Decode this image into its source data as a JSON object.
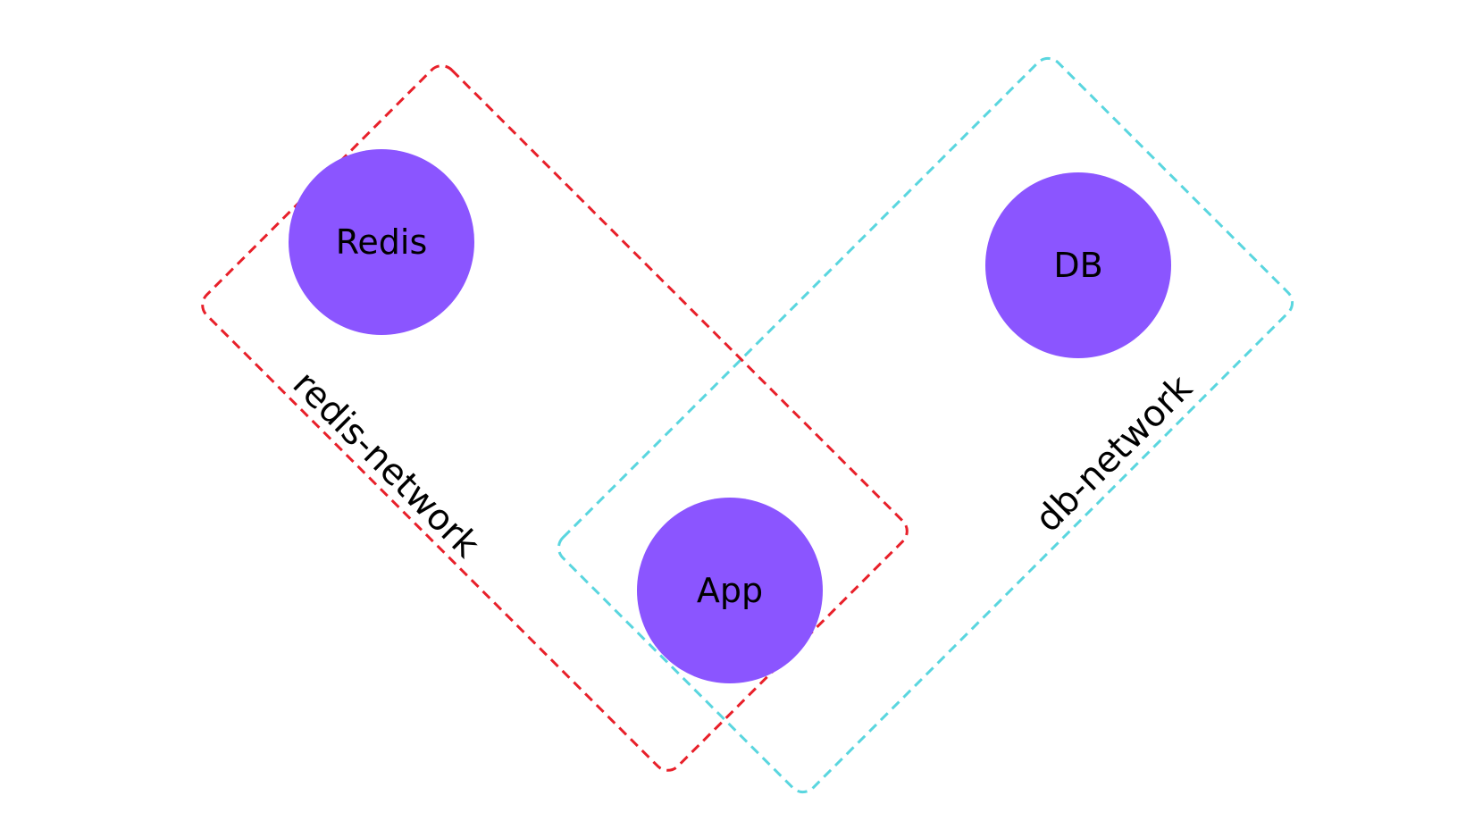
{
  "colors": {
    "background": "#ffffff",
    "node_fill": "#8b55ff",
    "redis_network_border": "#e8202a",
    "db_network_border": "#5ad6df",
    "text": "#000000"
  },
  "nodes": {
    "redis": {
      "label": "Redis"
    },
    "db": {
      "label": "DB"
    },
    "app": {
      "label": "App"
    }
  },
  "networks": {
    "redis_network": {
      "label": "redis-network",
      "members": [
        "Redis",
        "App"
      ]
    },
    "db_network": {
      "label": "db-network",
      "members": [
        "DB",
        "App"
      ]
    }
  }
}
